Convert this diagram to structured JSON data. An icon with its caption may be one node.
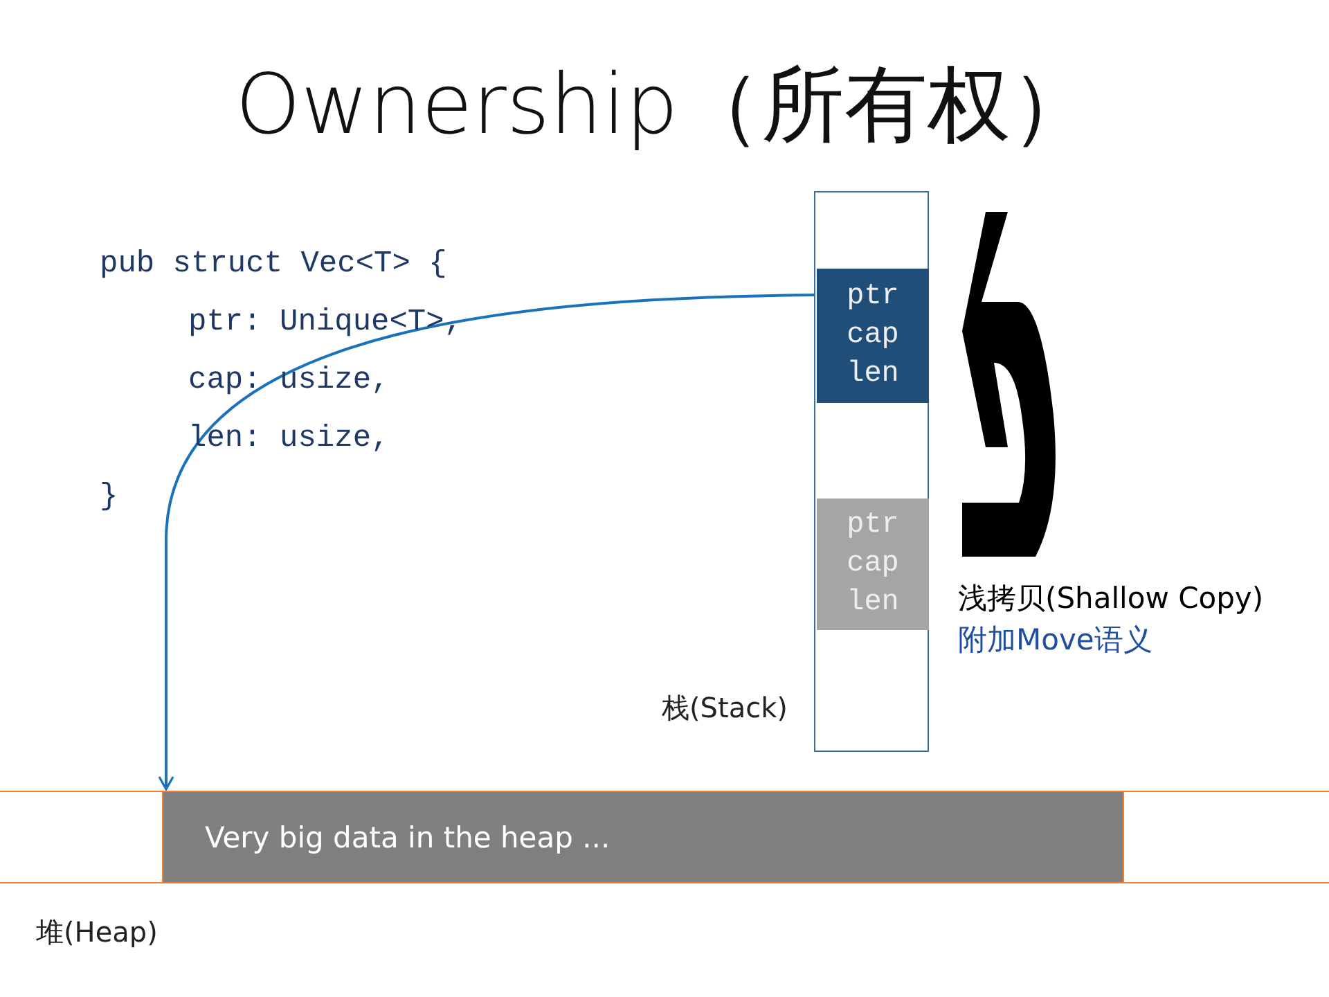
{
  "diagram": {
    "title": "Ownership（所有权）",
    "nodes": [
      {
        "text": [],
        "shape": "box",
        "beside": [
          "栈(Stack)"
        ]
      },
      {
        "text": [
          "ptr cap len"
        ],
        "in": 0
      },
      {
        "text": [
          "ptr cap len"
        ],
        "in": 0
      },
      {
        "text": [],
        "shape": "bar",
        "beside": [
          "堆(Heap)"
        ]
      },
      {
        "text": [
          "Very big data in the heap ..."
        ],
        "in": 3
      }
    ],
    "edges": [
      {
        "from": 1,
        "to": 4,
        "arrow": "to",
        "color": "#1a72bb"
      }
    ],
    "labels": [
      "pub struct Vec<T> {",
      "ptr: Unique<T>,",
      "cap: usize,",
      "len: usize,",
      "}",
      "浅拷贝(Shallow Copy)",
      "附加Move语义"
    ]
  }
}
